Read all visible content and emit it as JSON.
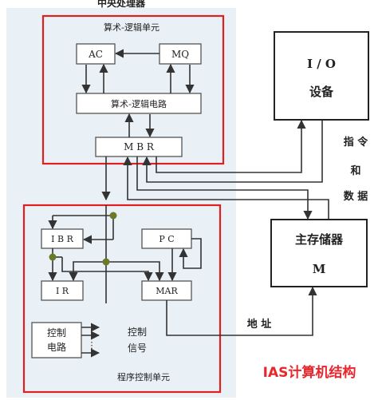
{
  "cpu_title": "中央处理器",
  "alu": {
    "title": "算术-逻辑单元",
    "ac": "AC",
    "mq": "MQ",
    "circuit": "算术-逻辑电路"
  },
  "mbr": "M B R",
  "control": {
    "title": "程序控制单元",
    "ibr": "I B R",
    "pc": "P C",
    "ir": "I R",
    "mar": "MAR",
    "ctrl_circuit_1": "控制",
    "ctrl_circuit_2": "电路",
    "signal_1": "控制",
    "signal_2": "信号"
  },
  "io": {
    "line1": "I / O",
    "line2": "设备"
  },
  "memory": {
    "line1": "主存储器",
    "line2": "M"
  },
  "labels": {
    "instr": "指 令",
    "and": "和",
    "data": "数 据",
    "address": "地 址"
  },
  "caption": "IAS计算机结构",
  "colors": {
    "cpu_background": "#e9f1f6",
    "red_border": "#e02020",
    "caption": "#e8262c"
  }
}
